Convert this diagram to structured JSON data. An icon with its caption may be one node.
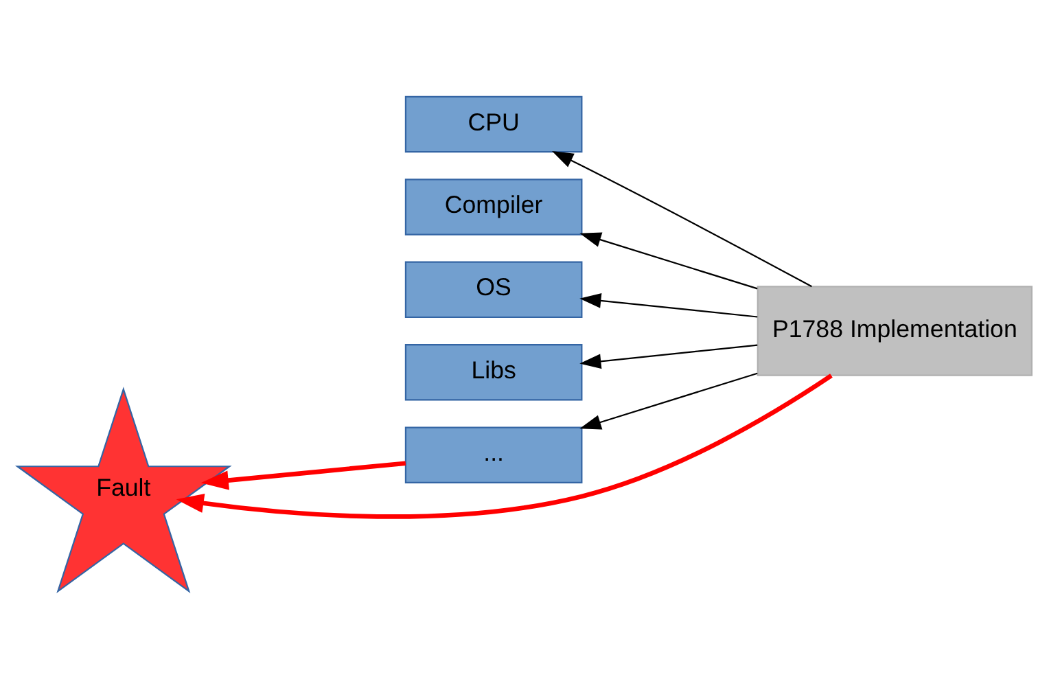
{
  "diagram": {
    "nodes": [
      {
        "text": [
          "CPU"
        ]
      },
      {
        "text": [
          "Compiler"
        ]
      },
      {
        "text": [
          "OS"
        ]
      },
      {
        "text": [
          "Libs"
        ]
      },
      {
        "text": [
          "..."
        ]
      },
      {
        "text": [
          "P1788 Implementation"
        ]
      },
      {
        "text": [
          "Fault"
        ]
      }
    ],
    "edges": [
      {
        "from": 5,
        "to": 0,
        "arrow": "to"
      },
      {
        "from": 5,
        "to": 1,
        "arrow": "to"
      },
      {
        "from": 5,
        "to": 2,
        "arrow": "to"
      },
      {
        "from": 5,
        "to": 3,
        "arrow": "to"
      },
      {
        "from": 5,
        "to": 4,
        "arrow": "to"
      },
      {
        "from": 5,
        "to": 6,
        "arrow": "to",
        "style": "thick",
        "color": "#ff0000"
      },
      {
        "from": 4,
        "to": 6,
        "arrow": "to",
        "style": "thick",
        "color": "#ff0000"
      }
    ]
  }
}
